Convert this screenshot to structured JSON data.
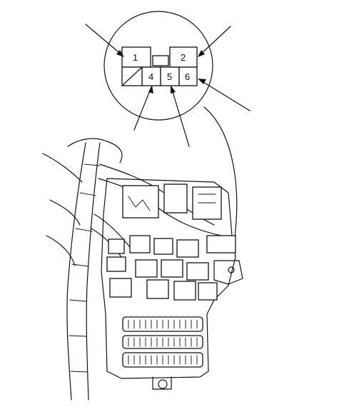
{
  "connector": {
    "pins": [
      {
        "id": "pin-1",
        "label": "1"
      },
      {
        "id": "pin-2",
        "label": "2"
      },
      {
        "id": "pin-4",
        "label": "4"
      },
      {
        "id": "pin-5",
        "label": "5"
      },
      {
        "id": "pin-6",
        "label": "6"
      }
    ]
  },
  "colors": {
    "line": "#111111",
    "background": "#ffffff"
  }
}
